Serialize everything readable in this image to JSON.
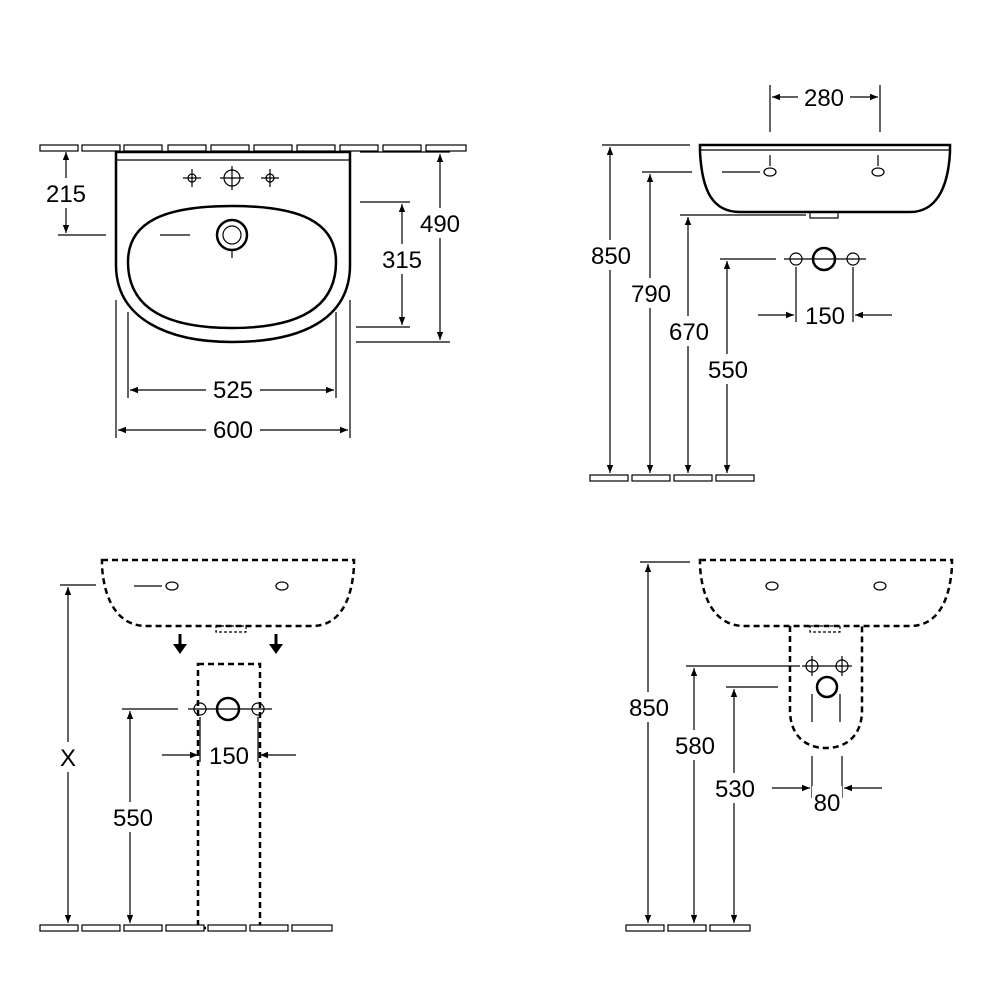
{
  "views": {
    "top": {
      "dims": {
        "d215": "215",
        "d490": "490",
        "d315": "315",
        "d525": "525",
        "d600": "600"
      }
    },
    "side": {
      "dims": {
        "d280": "280",
        "d850": "850",
        "d790": "790",
        "d670": "670",
        "d550": "550",
        "d150": "150"
      }
    },
    "pedestal": {
      "dims": {
        "x": "X",
        "d550": "550",
        "d150": "150"
      }
    },
    "semi": {
      "dims": {
        "d850": "850",
        "d580": "580",
        "d530": "530",
        "d80": "80"
      }
    }
  }
}
